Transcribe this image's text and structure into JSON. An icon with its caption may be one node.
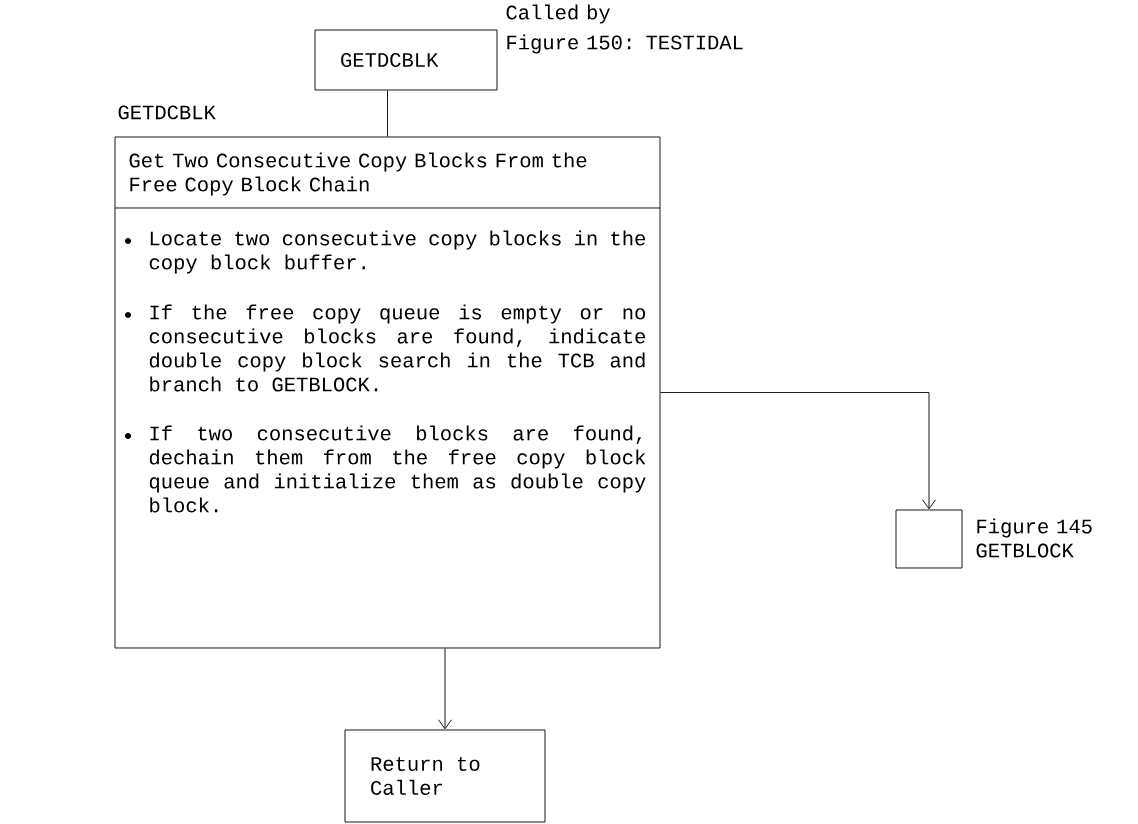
{
  "diagram": {
    "nodes": [
      {
        "text": [
          "GETDCBLK"
        ],
        "beside": [
          "Called by",
          "Figure 150: TESTIDAL"
        ]
      },
      {
        "text": [
          "Get Two Consecutive Copy Blocks From the Free Copy Block Chain",
          "Locate two consecutive copy blocks in the copy block buffer.",
          "If the free copy queue is empty or no consecutive blocks are found, indicate double copy block search in the TCB and branch to GETBLOCK.",
          "If two consecutive blocks are found, dechain them from the free copy block queue and initialize them as double copy block."
        ],
        "beside": [
          "GETDCBLK"
        ]
      },
      {
        "text": [],
        "shape": "box",
        "beside": [
          "Figure 145 GETBLOCK"
        ]
      },
      {
        "text": [
          "Return to Caller"
        ]
      }
    ],
    "edges": [
      {
        "from": 0,
        "to": 1,
        "arrow": "none"
      },
      {
        "from": 1,
        "to": 2,
        "arrow": "to"
      },
      {
        "from": 1,
        "to": 3,
        "arrow": "to"
      }
    ]
  }
}
